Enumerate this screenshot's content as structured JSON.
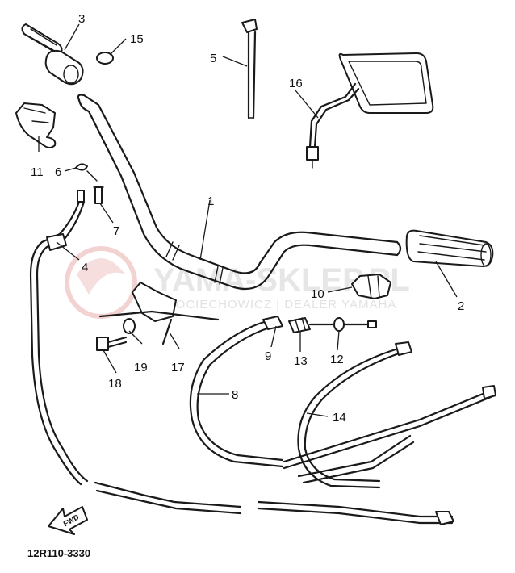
{
  "callouts": [
    {
      "id": "1",
      "label": "1"
    },
    {
      "id": "2",
      "label": "2"
    },
    {
      "id": "3",
      "label": "3"
    },
    {
      "id": "4",
      "label": "4"
    },
    {
      "id": "5",
      "label": "5"
    },
    {
      "id": "6",
      "label": "6"
    },
    {
      "id": "7",
      "label": "7"
    },
    {
      "id": "8",
      "label": "8"
    },
    {
      "id": "9",
      "label": "9"
    },
    {
      "id": "10",
      "label": "10"
    },
    {
      "id": "11",
      "label": "11"
    },
    {
      "id": "12",
      "label": "12"
    },
    {
      "id": "13",
      "label": "13"
    },
    {
      "id": "14",
      "label": "14"
    },
    {
      "id": "15",
      "label": "15"
    },
    {
      "id": "16",
      "label": "16"
    },
    {
      "id": "17",
      "label": "17"
    },
    {
      "id": "18",
      "label": "18"
    },
    {
      "id": "19",
      "label": "19"
    }
  ],
  "diagram_code": "12R110-3330",
  "fwd_label": "FWD",
  "watermark": {
    "main": "YAMA-SKLEP.PL",
    "sub": "GOCIECHOWICZ | DEALER YAMAHA"
  }
}
